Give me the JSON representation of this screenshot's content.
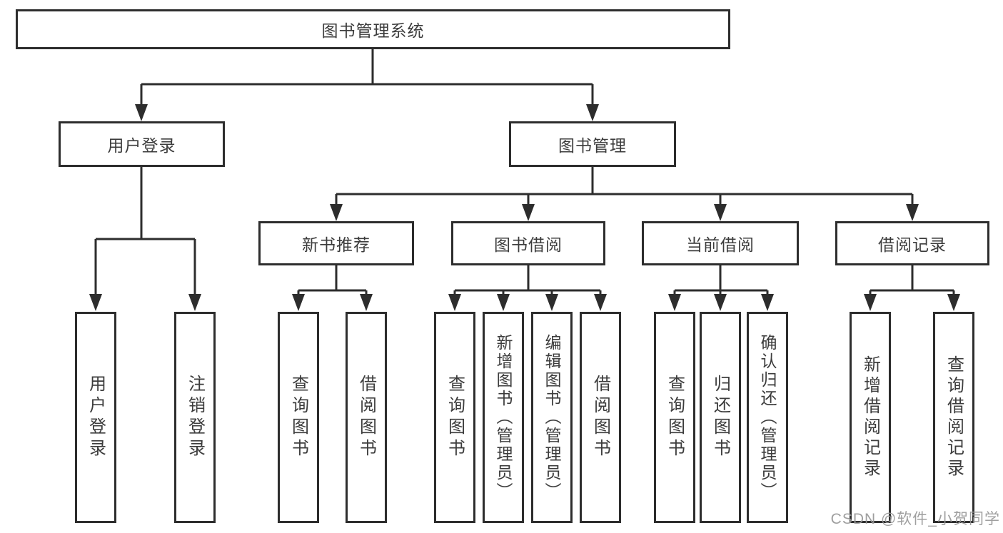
{
  "nodes": {
    "root": "图书管理系统",
    "branches": [
      {
        "label": "用户登录",
        "children": [
          "用户登录",
          "注销登录"
        ]
      },
      {
        "label": "图书管理",
        "sections": [
          {
            "label": "新书推荐",
            "children": [
              "查询图书",
              "借阅图书"
            ]
          },
          {
            "label": "图书借阅",
            "children": [
              "查询图书",
              "新增图书（管理员）",
              "编辑图书（管理员）",
              "借阅图书"
            ]
          },
          {
            "label": "当前借阅",
            "children": [
              "查询图书",
              "归还图书",
              "确认归还（管理员）"
            ]
          },
          {
            "label": "借阅记录",
            "children": [
              "新增借阅记录",
              "查询借阅记录"
            ]
          }
        ]
      }
    ]
  },
  "watermark": {
    "text": "CSDN @软件_小贺同学"
  },
  "colors": {
    "line": "#2d2d2d",
    "text": "#3c3c3c",
    "watermark": "#979797",
    "background": "#ffffff"
  }
}
